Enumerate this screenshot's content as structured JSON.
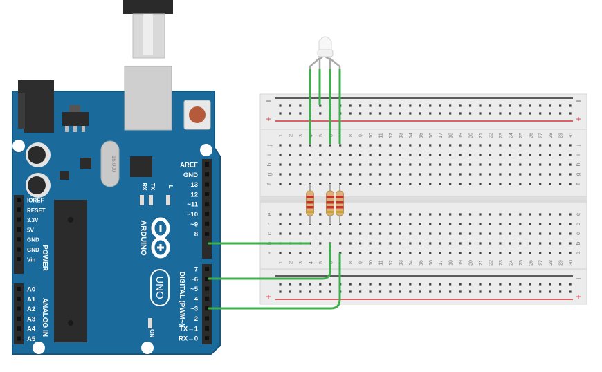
{
  "board": {
    "brand": "ARDUINO",
    "model": "UNO",
    "crystal_label": "16.000",
    "digital_header_title": "DIGITAL (PWM~)",
    "power_header_title": "POWER",
    "analog_header_title": "ANALOG IN",
    "led_labels": {
      "rx": "RX",
      "tx": "TX",
      "l": "L",
      "on": "ON"
    },
    "digital_pins_upper": [
      "AREF",
      "GND",
      "13",
      "12",
      "~11",
      "~10",
      "~9",
      "8"
    ],
    "digital_pins_lower": [
      "7",
      "~6",
      "~5",
      "4",
      "~3",
      "2",
      "TX→1",
      "RX←0"
    ],
    "power_pins": [
      "IOREF",
      "RESET",
      "3.3V",
      "5V",
      "GND",
      "GND",
      "Vin"
    ],
    "analog_pins": [
      "A0",
      "A1",
      "A2",
      "A3",
      "A4",
      "A5"
    ]
  },
  "breadboard": {
    "rail_minus": "−",
    "rail_plus": "+",
    "column_numbers": [
      "1",
      "2",
      "3",
      "4",
      "5",
      "6",
      "7",
      "8",
      "9",
      "10",
      "11",
      "12",
      "13",
      "14",
      "15",
      "16",
      "17",
      "18",
      "19",
      "20",
      "21",
      "22",
      "23",
      "24",
      "25",
      "26",
      "27",
      "28",
      "29",
      "30"
    ],
    "top_row_letters": [
      "j",
      "i",
      "h",
      "g",
      "f"
    ],
    "bottom_row_letters": [
      "e",
      "d",
      "c",
      "b",
      "a"
    ]
  },
  "colors": {
    "board_blue": "#1b6a9c",
    "header_black": "#2b2b2b",
    "wire_green": "#3db04b",
    "rail_red": "#d6313a",
    "breadboard_body": "#ececec"
  }
}
